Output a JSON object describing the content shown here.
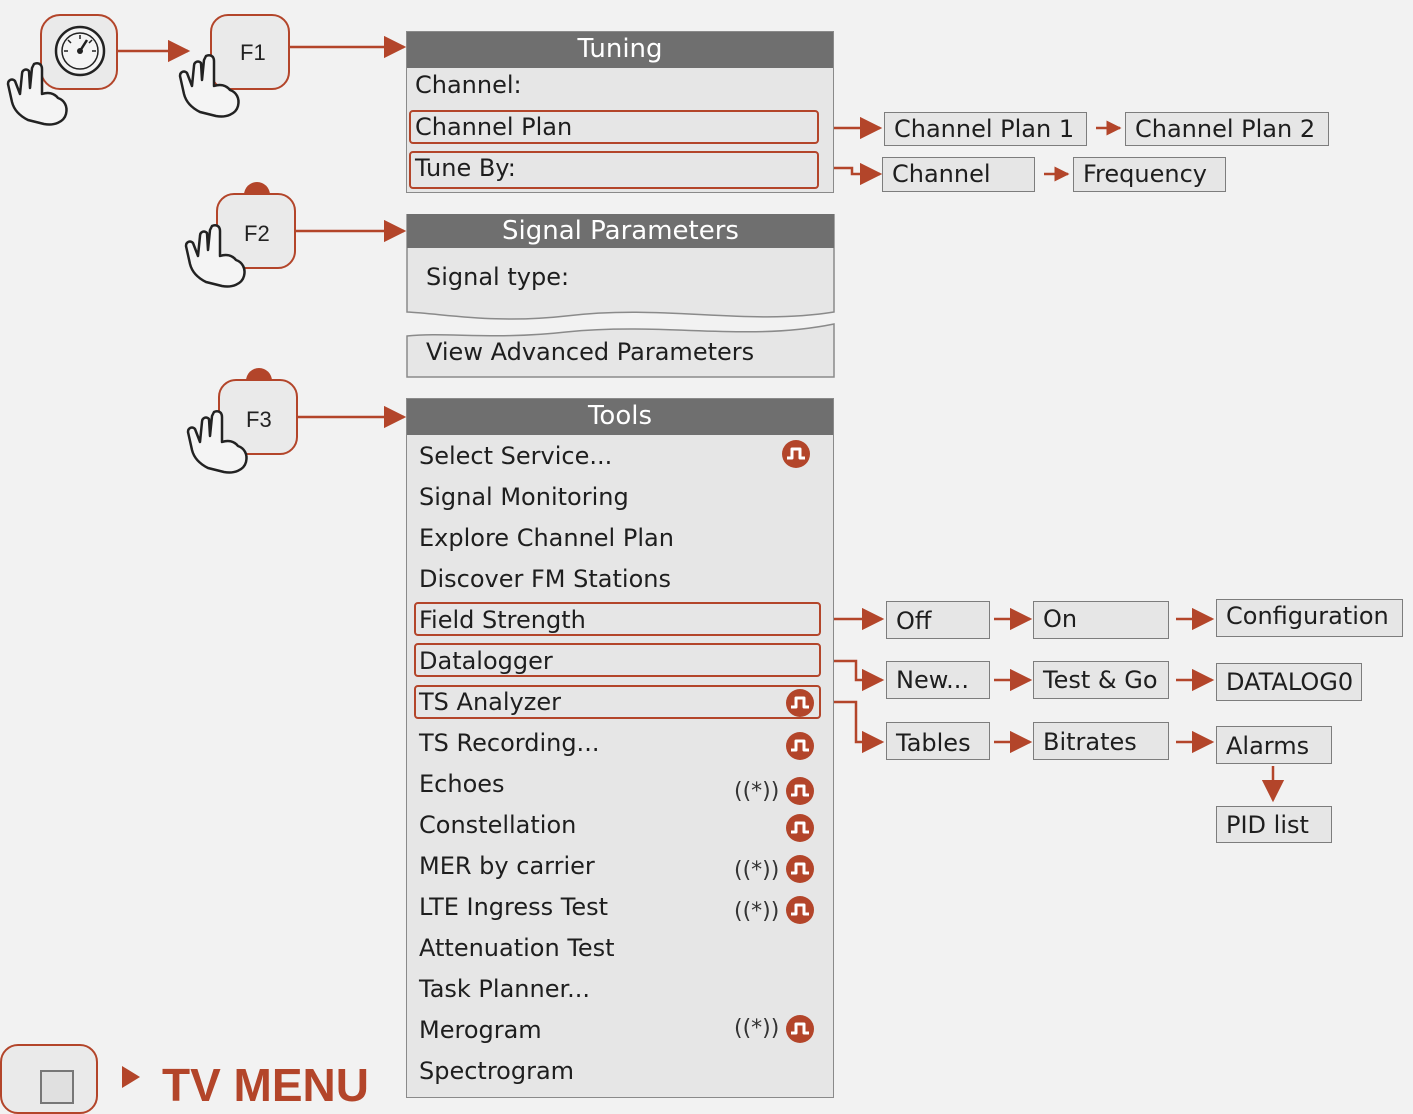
{
  "colors": {
    "accent": "#b3452a",
    "header": "#6f6f6f",
    "panel": "#e6e6e6",
    "background": "#f2f2f2"
  },
  "keys": {
    "f1": "F1",
    "f2": "F2",
    "f3": "F3"
  },
  "icons": {
    "setup_button": "gauge-icon",
    "press": "hand-pointer-icon",
    "signal": "signal-pulse-icon",
    "antenna": "antenna-icon"
  },
  "tuning": {
    "title": "Tuning",
    "channel_label": "Channel:",
    "channel_plan_label": "Channel Plan",
    "tune_by_label": "Tune By:",
    "channel_plan_options": [
      "Channel Plan 1",
      "Channel Plan 2"
    ],
    "tune_by_options": [
      "Channel",
      "Frequency"
    ]
  },
  "signal_parameters": {
    "title": "Signal Parameters",
    "signal_type_label": "Signal type:",
    "advanced_label": "View Advanced Parameters"
  },
  "tools": {
    "title": "Tools",
    "items": [
      "Select Service...",
      "Signal Monitoring",
      "Explore Channel Plan",
      "Discover FM Stations",
      "Field Strength",
      "Datalogger",
      "TS Analyzer",
      "TS Recording...",
      "Echoes",
      "Constellation",
      "MER by carrier",
      "LTE Ingress Test",
      "Attenuation Test",
      "Task Planner...",
      "Merogram",
      "Spectrogram"
    ],
    "antenna_mark": "((*))",
    "field_strength_options": [
      "Off",
      "On",
      "Configuration"
    ],
    "datalogger_options": [
      "New...",
      "Test & Go",
      "DATALOG0"
    ],
    "ts_analyzer_options": [
      "Tables",
      "Bitrates",
      "Alarms",
      "PID list"
    ]
  },
  "footer": {
    "title": "TV MENU"
  }
}
